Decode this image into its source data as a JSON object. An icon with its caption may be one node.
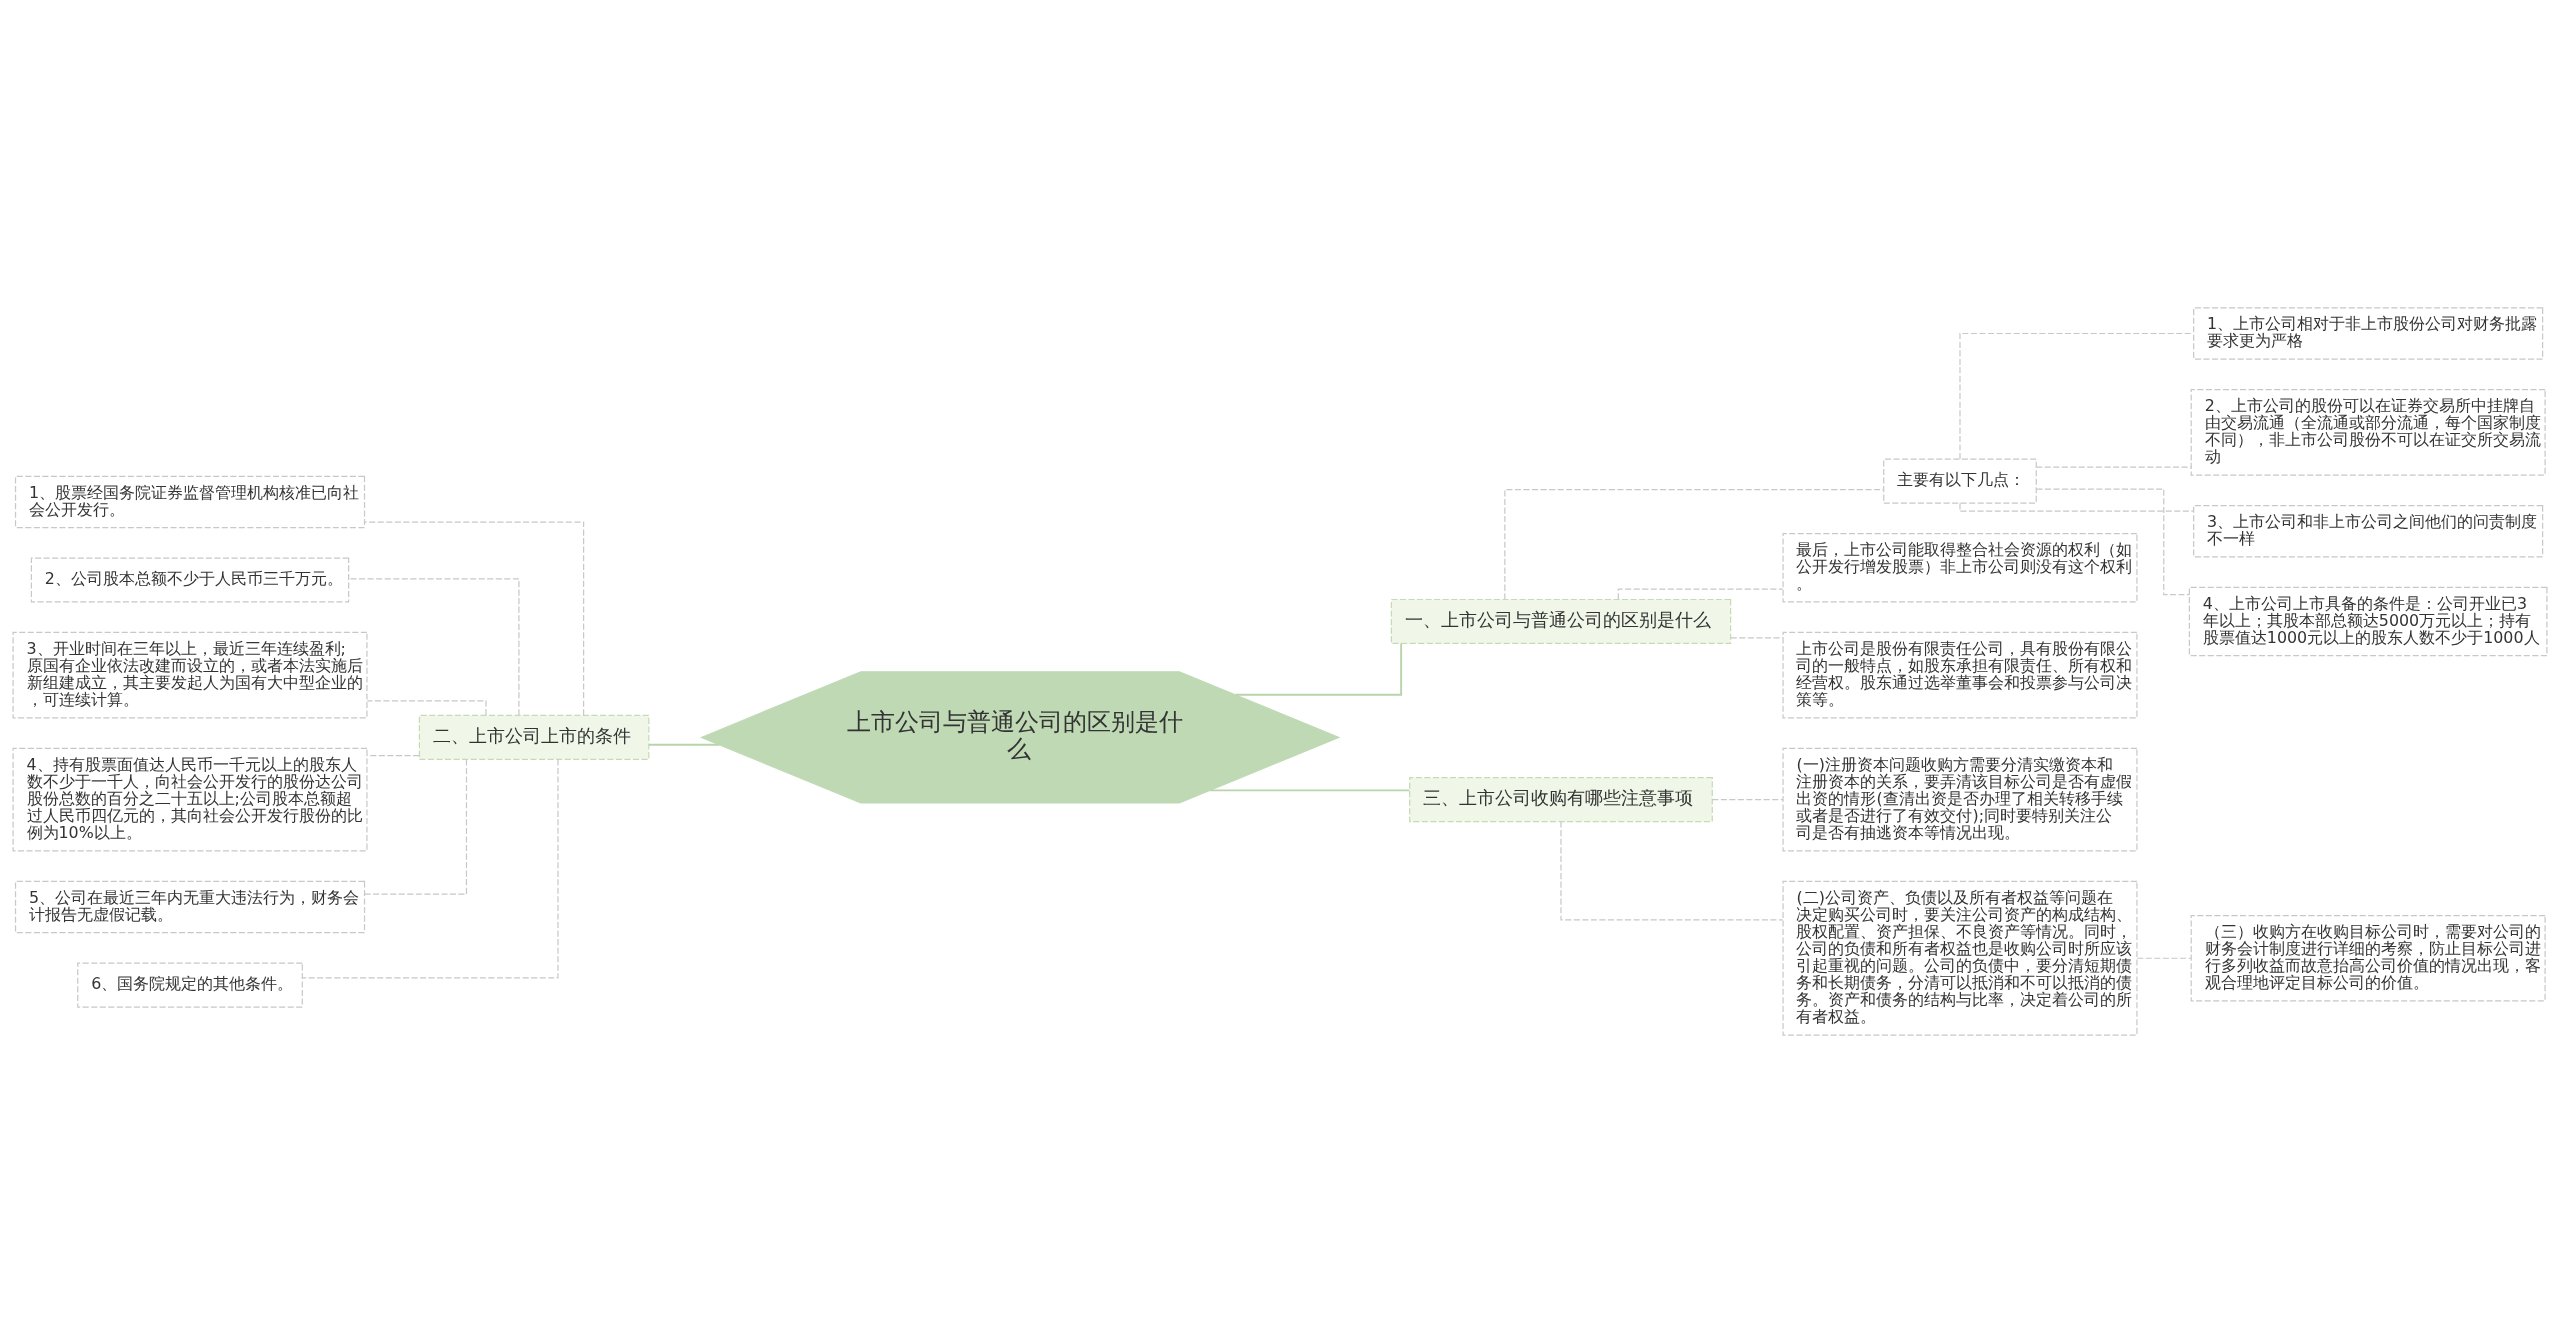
{
  "diagram": {
    "nodes": [
      {
        "text": [
          "上市公司与普通公司的区别是什么"
        ]
      },
      {
        "text": [
          "一、上市公司与普通公司的区别是什么"
        ]
      },
      {
        "text": [
          "主要有以下几点："
        ]
      },
      {
        "text": [
          "1、上市公司相对于非上市股份公司对财务批露要求更为严格"
        ]
      },
      {
        "text": [
          "2、上市公司的股份可以在证券交易所中挂牌自由交易流通（全流通或部分流通，每个国家制度不同），非上市公司股份不可以在证交所交易流动"
        ]
      },
      {
        "text": [
          "3、上市公司和非上市公司之间他们的问责制度不一样"
        ]
      },
      {
        "text": [
          "4、上市公司上市具备的条件是：公司开业已3年以上；其股本部总额达5000万元以上；持有股票值达1000元以上的股东人数不少于1000人"
        ]
      },
      {
        "text": [
          "最后，上市公司能取得整合社会资源的权利（如公开发行增发股票）非上市公司则没有这个权利。"
        ]
      },
      {
        "text": [
          "上市公司是股份有限责任公司，具有股份有限公司的一般特点，如股东承担有限责任、所有权和经营权。股东通过选举董事会和投票参与公司决策等。"
        ]
      },
      {
        "text": [
          "二、上市公司上市的条件"
        ]
      },
      {
        "text": [
          "1、股票经国务院证券监督管理机构核准已向社会公开发行。"
        ]
      },
      {
        "text": [
          "2、公司股本总额不少于人民币三千万元。"
        ]
      },
      {
        "text": [
          "3、开业时间在三年以上，最近三年连续盈利;原国有企业依法改建而设立的，或者本法实施后新组建成立，其主要发起人为国有大中型企业的，可连续计算。"
        ]
      },
      {
        "text": [
          "4、持有股票面值达人民币一千元以上的股东人数不少于一千人，向社会公开发行的股份达公司股份总数的百分之二十五以上;公司股本总额超过人民币四亿元的，其向社会公开发行股份的比例为10%以上。"
        ]
      },
      {
        "text": [
          "5、公司在最近三年内无重大违法行为，财务会计报告无虚假记载。"
        ]
      },
      {
        "text": [
          "6、国务院规定的其他条件。"
        ]
      },
      {
        "text": [
          "三、上市公司收购有哪些注意事项"
        ]
      },
      {
        "text": [
          "(一)注册资本问题收购方需要分清实缴资本和注册资本的关系，要弄清该目标公司是否有虚假出资的情形(查清出资是否办理了相关转移手续或者是否进行了有效交付);同时要特别关注公司是否有抽逃资本等情况出现。"
        ]
      },
      {
        "text": [
          "(二)公司资产、负债以及所有者权益等问题在决定购买公司时，要关注公司资产的构成结构、股权配置、资产担保、不良资产等情况。同时，公司的负债和所有者权益也是收购公司时所应该引起重视的问题。公司的负债中，要分清短期债务和长期债务，分清可以抵消和不可以抵消的债务。资产和债务的结构与比率，决定着公司的所有者权益。"
        ]
      },
      {
        "text": [
          "（三）收购方在收购目标公司时，需要对公司的财务会计制度进行详细的考察，防止目标公司进行多列收益而故意抬高公司价值的情况出现，客观合理地评定目标公司的价值。"
        ]
      }
    ],
    "edges": [
      {
        "from": 0,
        "to": 1,
        "arrow": "none",
        "color": "#b8d4ab"
      },
      {
        "from": 0,
        "to": 9,
        "arrow": "none",
        "color": "#b8d4ab"
      },
      {
        "from": 0,
        "to": 16,
        "arrow": "none",
        "color": "#b8d4ab"
      },
      {
        "from": 1,
        "to": 2,
        "arrow": "none",
        "style": "dashed"
      },
      {
        "from": 2,
        "to": 3,
        "arrow": "none",
        "style": "dashed"
      },
      {
        "from": 2,
        "to": 4,
        "arrow": "none",
        "style": "dashed"
      },
      {
        "from": 2,
        "to": 5,
        "arrow": "none",
        "style": "dashed"
      },
      {
        "from": 2,
        "to": 6,
        "arrow": "none",
        "style": "dashed"
      },
      {
        "from": 1,
        "to": 7,
        "arrow": "none",
        "style": "dashed"
      },
      {
        "from": 1,
        "to": 8,
        "arrow": "none",
        "style": "dashed"
      },
      {
        "from": 9,
        "to": 10,
        "arrow": "none",
        "style": "dashed"
      },
      {
        "from": 9,
        "to": 11,
        "arrow": "none",
        "style": "dashed"
      },
      {
        "from": 9,
        "to": 12,
        "arrow": "none",
        "style": "dashed"
      },
      {
        "from": 9,
        "to": 13,
        "arrow": "none",
        "style": "dashed"
      },
      {
        "from": 9,
        "to": 14,
        "arrow": "none",
        "style": "dashed"
      },
      {
        "from": 9,
        "to": 15,
        "arrow": "none",
        "style": "dashed"
      },
      {
        "from": 16,
        "to": 17,
        "arrow": "none",
        "style": "dashed"
      },
      {
        "from": 16,
        "to": 18,
        "arrow": "none",
        "style": "dashed"
      },
      {
        "from": 18,
        "to": 19,
        "arrow": "none",
        "style": "dashed"
      }
    ]
  }
}
